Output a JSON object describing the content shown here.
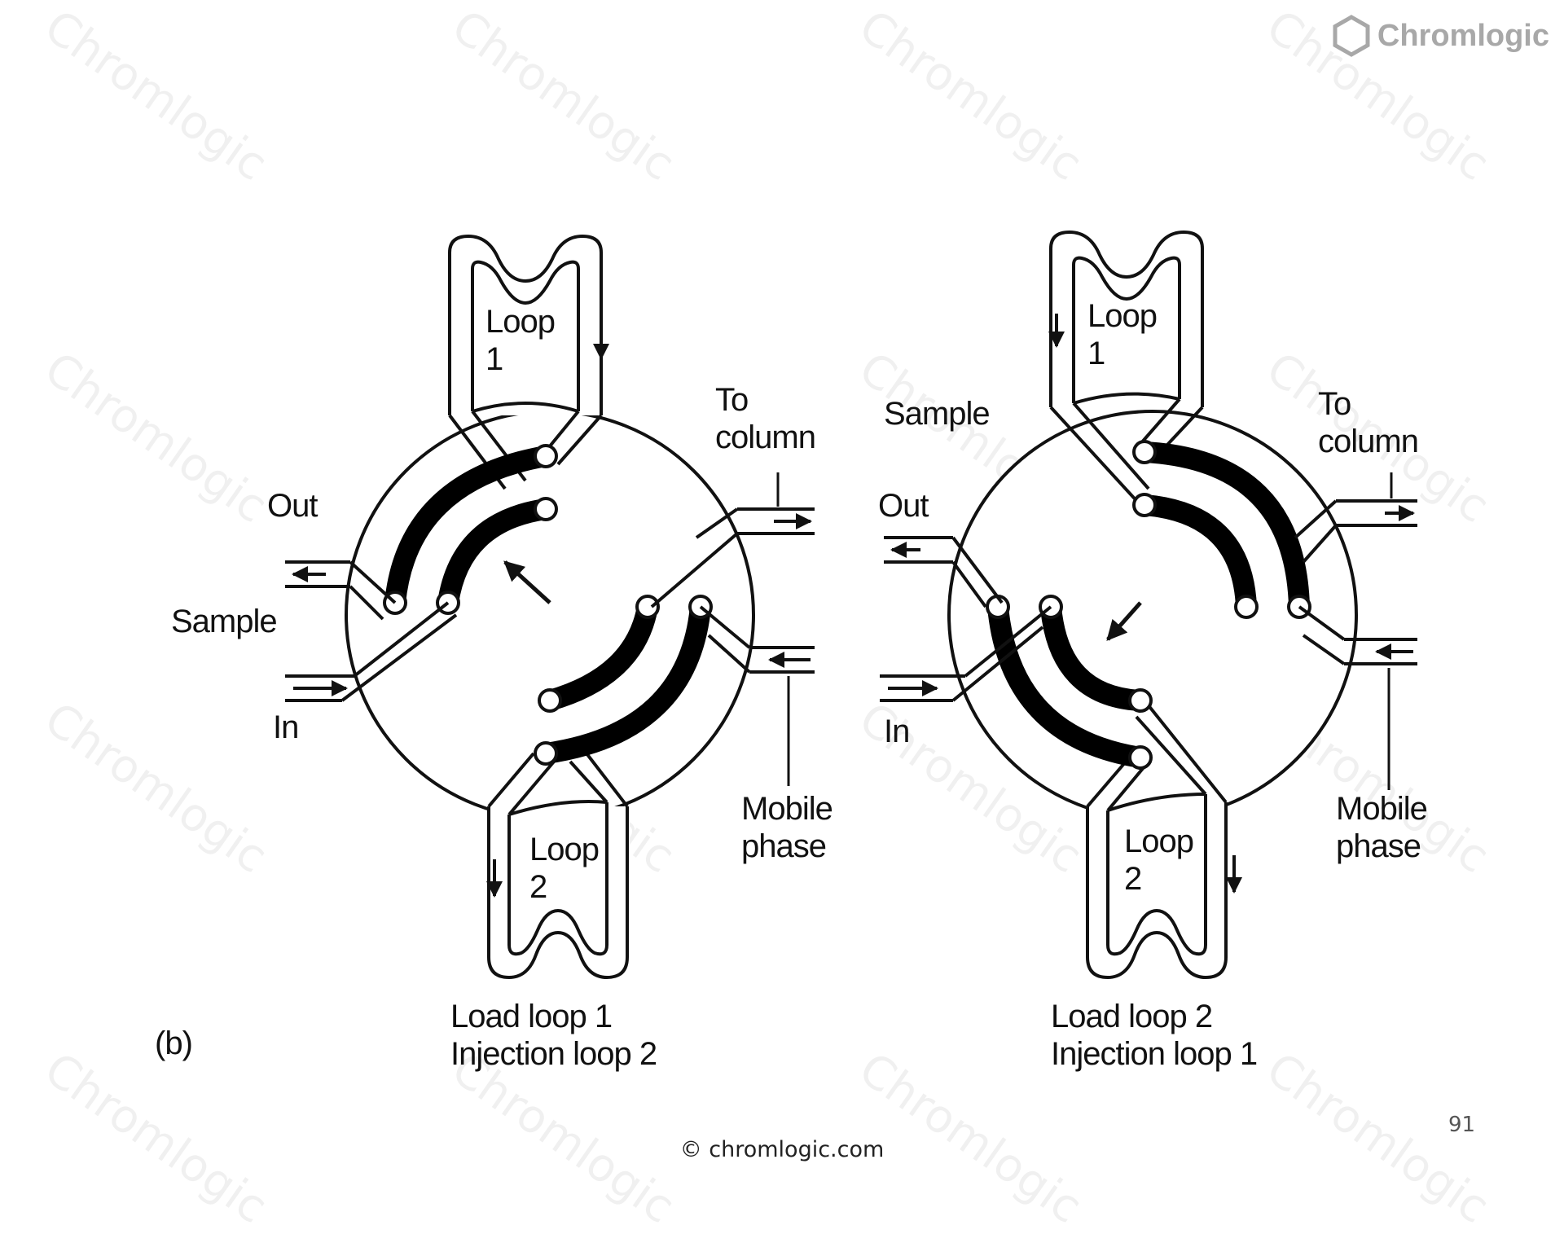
{
  "brand": {
    "name": "Chromlogic",
    "icon": "hexagon-icon"
  },
  "watermark_text": "Chromlogic",
  "figure_label": "(b)",
  "valves": [
    {
      "id": "left",
      "loop_top": {
        "word": "Loop",
        "number": "1"
      },
      "loop_bottom": {
        "word": "Loop",
        "number": "2"
      },
      "sample_label": "Sample",
      "out_label": "Out",
      "in_label": "In",
      "to_column_label": [
        "To",
        "column"
      ],
      "mobile_phase_label": [
        "Mobile",
        "phase"
      ],
      "caption": [
        "Load loop 1",
        "Injection loop 2"
      ],
      "rotation": "counterclockwise"
    },
    {
      "id": "right",
      "loop_top": {
        "word": "Loop",
        "number": "1"
      },
      "loop_bottom": {
        "word": "Loop",
        "number": "2"
      },
      "sample_label": "Sample",
      "out_label": "Out",
      "in_label": "In",
      "to_column_label": [
        "To",
        "column"
      ],
      "mobile_phase_label": [
        "Mobile",
        "phase"
      ],
      "caption": [
        "Load loop 2",
        "Injection loop 1"
      ],
      "rotation": "clockwise"
    }
  ],
  "footer": "© chromlogic.com",
  "page_number": "91",
  "colors": {
    "ink": "#111111",
    "watermark": "#e6e6e6",
    "brand": "#a8a8a8",
    "background": "#ffffff"
  }
}
